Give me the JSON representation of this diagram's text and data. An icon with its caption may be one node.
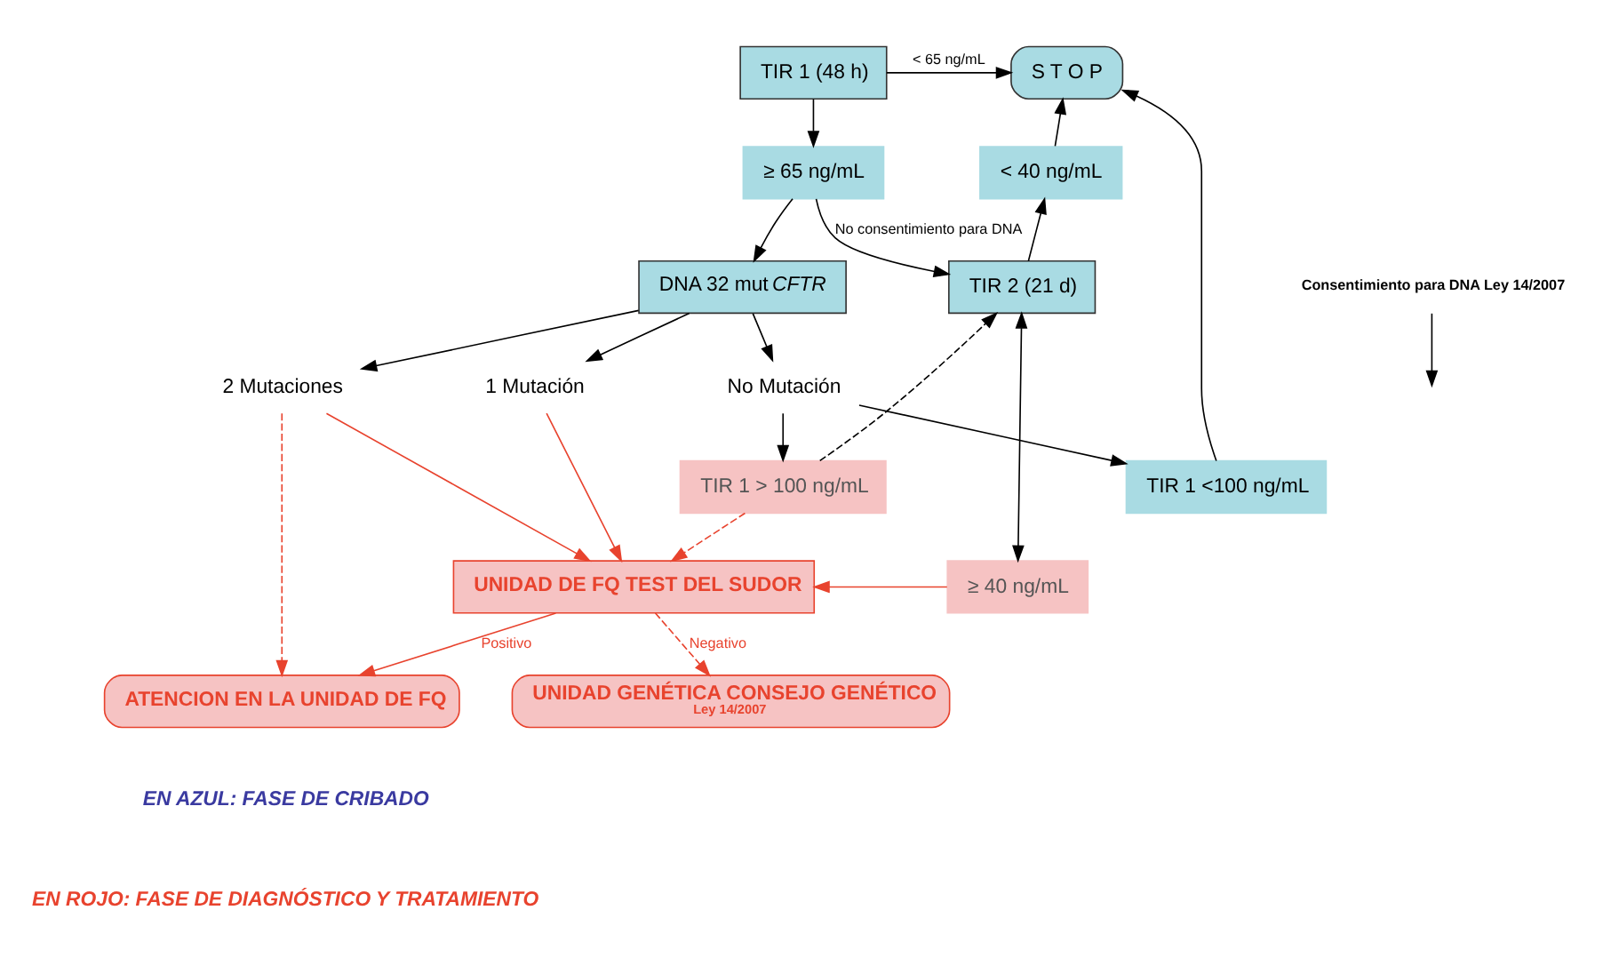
{
  "diagram": {
    "nodes": [
      {
        "text": [
          "TIR 1 (48 h)"
        ]
      },
      {
        "text": [
          "S T O P"
        ]
      },
      {
        "text": [
          "≥ 65 ng/mL"
        ]
      },
      {
        "text": [
          "Consentimiento para DNA Ley 14/2007"
        ]
      },
      {
        "text": [
          "DNA 32 mut *CFTR*"
        ]
      },
      {
        "text": [
          "< 40 ng/mL"
        ]
      },
      {
        "text": [
          "TIR 2 (21 d)"
        ]
      },
      {
        "text": [
          "TIR 1 <100 ng/mL"
        ]
      },
      {
        "text": [
          "2 Mutaciones"
        ]
      },
      {
        "text": [
          "1 Mutación"
        ]
      },
      {
        "text": [
          "No Mutación"
        ]
      },
      {
        "text": [
          "TIR 1 > 100 ng/mL"
        ]
      },
      {
        "text": [
          "UNIDAD DE FQ TEST DEL SUDOR"
        ]
      },
      {
        "text": [
          "≥ 40 ng/mL"
        ]
      },
      {
        "text": [
          "ATENCION EN LA UNIDAD DE FQ"
        ]
      },
      {
        "text": [
          "UNIDAD GENÉTICA CONSEJO GENÉTICO",
          "Ley 14/2007"
        ]
      }
    ],
    "edges": [
      {
        "from": 0,
        "to": 1,
        "arrow": "to",
        "label": "< 65 ng/mL"
      },
      {
        "from": 0,
        "to": 2,
        "arrow": "to"
      },
      {
        "from": 2,
        "to": 4,
        "arrow": "to"
      },
      {
        "from": 3,
        "to": null,
        "arrow": "to"
      },
      {
        "from": 2,
        "to": 6,
        "arrow": "to",
        "label": "No consentimiento para DNA"
      },
      {
        "from": 4,
        "to": 8,
        "arrow": "to"
      },
      {
        "from": 4,
        "to": 9,
        "arrow": "to"
      },
      {
        "from": 4,
        "to": 10,
        "arrow": "to"
      },
      {
        "from": 10,
        "to": 7,
        "arrow": "to"
      },
      {
        "from": 7,
        "to": 1,
        "arrow": "to"
      },
      {
        "from": 10,
        "to": 11,
        "arrow": "to"
      },
      {
        "from": 11,
        "to": 6,
        "arrow": "to",
        "style": "dashed"
      },
      {
        "from": 6,
        "to": 5,
        "arrow": "to"
      },
      {
        "from": 5,
        "to": 1,
        "arrow": "to"
      },
      {
        "from": 6,
        "to": 13,
        "arrow": "both"
      },
      {
        "from": 11,
        "to": 12,
        "arrow": "to",
        "style": "dashed",
        "color": "#e8432e"
      },
      {
        "from": 13,
        "to": 12,
        "arrow": "to",
        "color": "#e8432e"
      },
      {
        "from": 8,
        "to": 12,
        "arrow": "to",
        "color": "#e8432e"
      },
      {
        "from": 9,
        "to": 12,
        "arrow": "to",
        "color": "#e8432e"
      },
      {
        "from": 8,
        "to": 14,
        "arrow": "to",
        "style": "dashed",
        "color": "#e8432e"
      },
      {
        "from": 12,
        "to": 14,
        "arrow": "to",
        "color": "#e8432e",
        "label": "Positivo"
      },
      {
        "from": 12,
        "to": 15,
        "arrow": "to",
        "style": "dashed",
        "color": "#e8432e",
        "label": "Negativo"
      }
    ],
    "labels": [
      "EN AZUL: FASE DE CRIBADO",
      "EN ROJO: FASE DE DIAGNÓSTICO Y TRATAMIENTO"
    ]
  }
}
